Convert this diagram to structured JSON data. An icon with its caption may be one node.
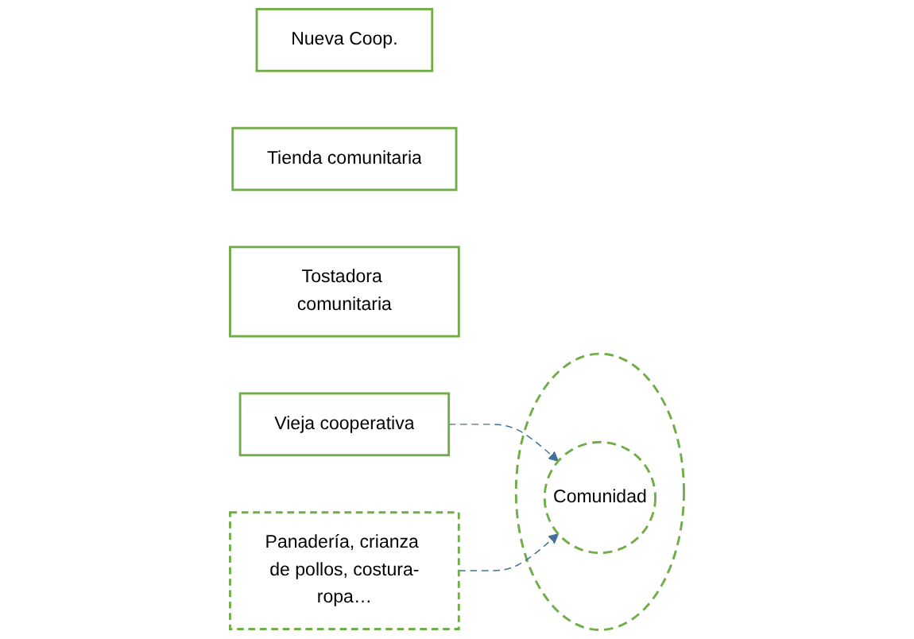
{
  "diagram": {
    "nodes": [
      {
        "text": [],
        "shape": "circle"
      },
      {
        "text": [
          "Comunidad"
        ],
        "in": 0
      },
      {
        "text": [
          "Nueva Coop."
        ]
      },
      {
        "text": [
          "Tienda comunitaria"
        ]
      },
      {
        "text": [
          "Tostadora comunitaria"
        ]
      },
      {
        "text": [
          "Panadería, crianza de pollos, costura-ropa…"
        ]
      },
      {
        "text": [
          "Vieja cooperativa"
        ]
      }
    ],
    "edges": [
      {
        "from": 6,
        "to": 1,
        "arrow": "to",
        "style": "dashed",
        "color": "#41719c"
      },
      {
        "from": 5,
        "to": 1,
        "arrow": "to",
        "style": "dashed",
        "color": "#41719c"
      }
    ]
  }
}
